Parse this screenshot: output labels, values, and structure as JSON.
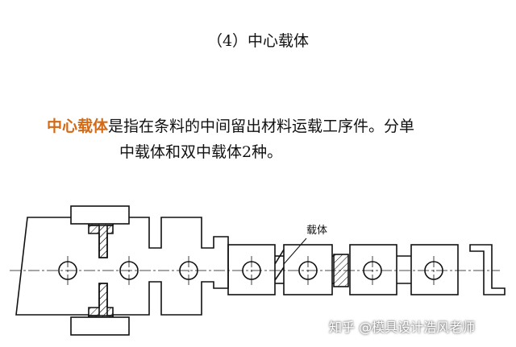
{
  "heading": "（4）中心载体",
  "description": {
    "term": "中心载体",
    "text_line1": "是指在条料的中间留出材料运载工序件。分单",
    "text_line2": "中载体和双中载体2种。"
  },
  "figure": {
    "carrier_label": "载体"
  },
  "watermark": "知乎 @模具设计浩风老师",
  "colors": {
    "term": "#d26a16",
    "line": "#111111"
  }
}
